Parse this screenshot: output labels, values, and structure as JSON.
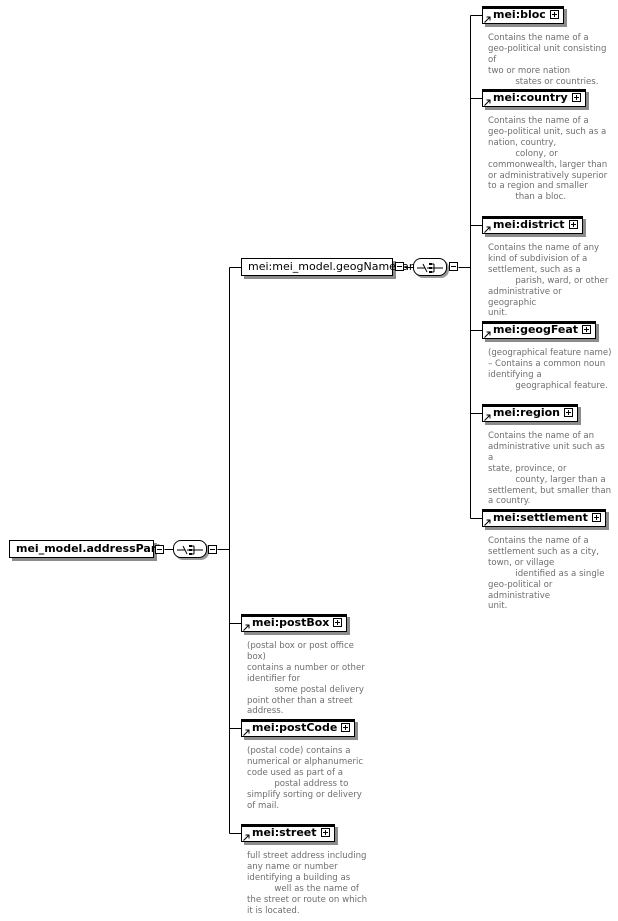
{
  "root": {
    "label": "mei_model.addressPart"
  },
  "group": {
    "label": "mei:mei_model.geogNamePart"
  },
  "top_children": [
    {
      "label": "mei:bloc",
      "doc": "Contains the name of a\ngeo-political unit consisting of\ntwo or more nation\n          states or countries."
    },
    {
      "label": "mei:country",
      "doc": "Contains the name of a\ngeo-political unit, such as a\nnation, country,\n          colony, or\ncommonwealth, larger than\nor administratively superior\nto a region and smaller\n          than a bloc."
    },
    {
      "label": "mei:district",
      "doc": "Contains the name of any\nkind of subdivision of a\nsettlement, such as a\n          parish, ward, or other\nadministrative or geographic\nunit."
    },
    {
      "label": "mei:geogFeat",
      "doc": "(geographical feature name)\n– Contains a common noun\nidentifying a\n          geographical feature."
    },
    {
      "label": "mei:region",
      "doc": "Contains the name of an\nadministrative unit such as a\nstate, province, or\n          county, larger than a\nsettlement, but smaller than\na country."
    },
    {
      "label": "mei:settlement",
      "doc": "Contains the name of a\nsettlement such as a city,\ntown, or village\n          identified as a single\ngeo-political or administrative\nunit."
    }
  ],
  "bottom_children": [
    {
      "label": "mei:postBox",
      "doc": "(postal box or post office box)\ncontains a number or other\nidentifier for\n          some postal delivery\npoint other than a street\naddress."
    },
    {
      "label": "mei:postCode",
      "doc": "(postal code) contains a\nnumerical or alphanumeric\ncode used as part of a\n          postal address to\nsimplify sorting or delivery\nof mail."
    },
    {
      "label": "mei:street",
      "doc": "full street address including\nany name or number\nidentifying a building as\n          well as the name of\nthe street or route on which\nit is located."
    }
  ],
  "colors": {
    "line": "#000000",
    "doc_text": "#6e6e6e",
    "shadow": "#8c8c8c"
  }
}
